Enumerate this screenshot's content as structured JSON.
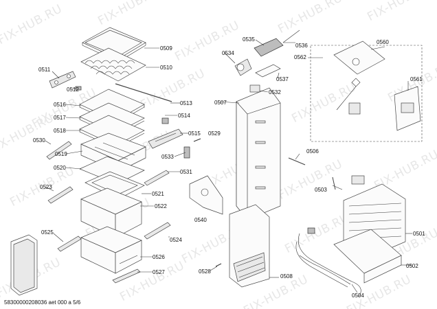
{
  "watermark": {
    "text": "FIX-HUB.RU"
  },
  "footer": {
    "text": "58300000208036 aet 000 a 5/6"
  },
  "labels": {
    "p0509": "0509",
    "p0510": "0510",
    "p0511": "0511",
    "p0512": "0512",
    "p0513": "0513",
    "p0514": "0514",
    "p0515": "0515",
    "p0516": "0516",
    "p0517": "0517",
    "p0518": "0518",
    "p0519": "0519",
    "p0520": "0520",
    "p0521": "0521",
    "p0522": "0522",
    "p0523": "0523",
    "p0524": "0524",
    "p0525": "0525",
    "p0526": "0526",
    "p0527": "0527",
    "p0528": "0528",
    "p0529": "0529",
    "p0530": "0530",
    "p0531": "0531",
    "p0532": "0532",
    "p0533": "0533",
    "p0534": "0534",
    "p0535": "0535",
    "p0536": "0536",
    "p0537": "0537",
    "p0540": "0540",
    "p0560": "0560",
    "p0561": "0561",
    "p0562": "0562",
    "p0501": "0501",
    "p0502": "0502",
    "p0503": "0503",
    "p0504": "0504",
    "p0506": "0506",
    "p0507": "0507",
    "p0508": "0508"
  }
}
